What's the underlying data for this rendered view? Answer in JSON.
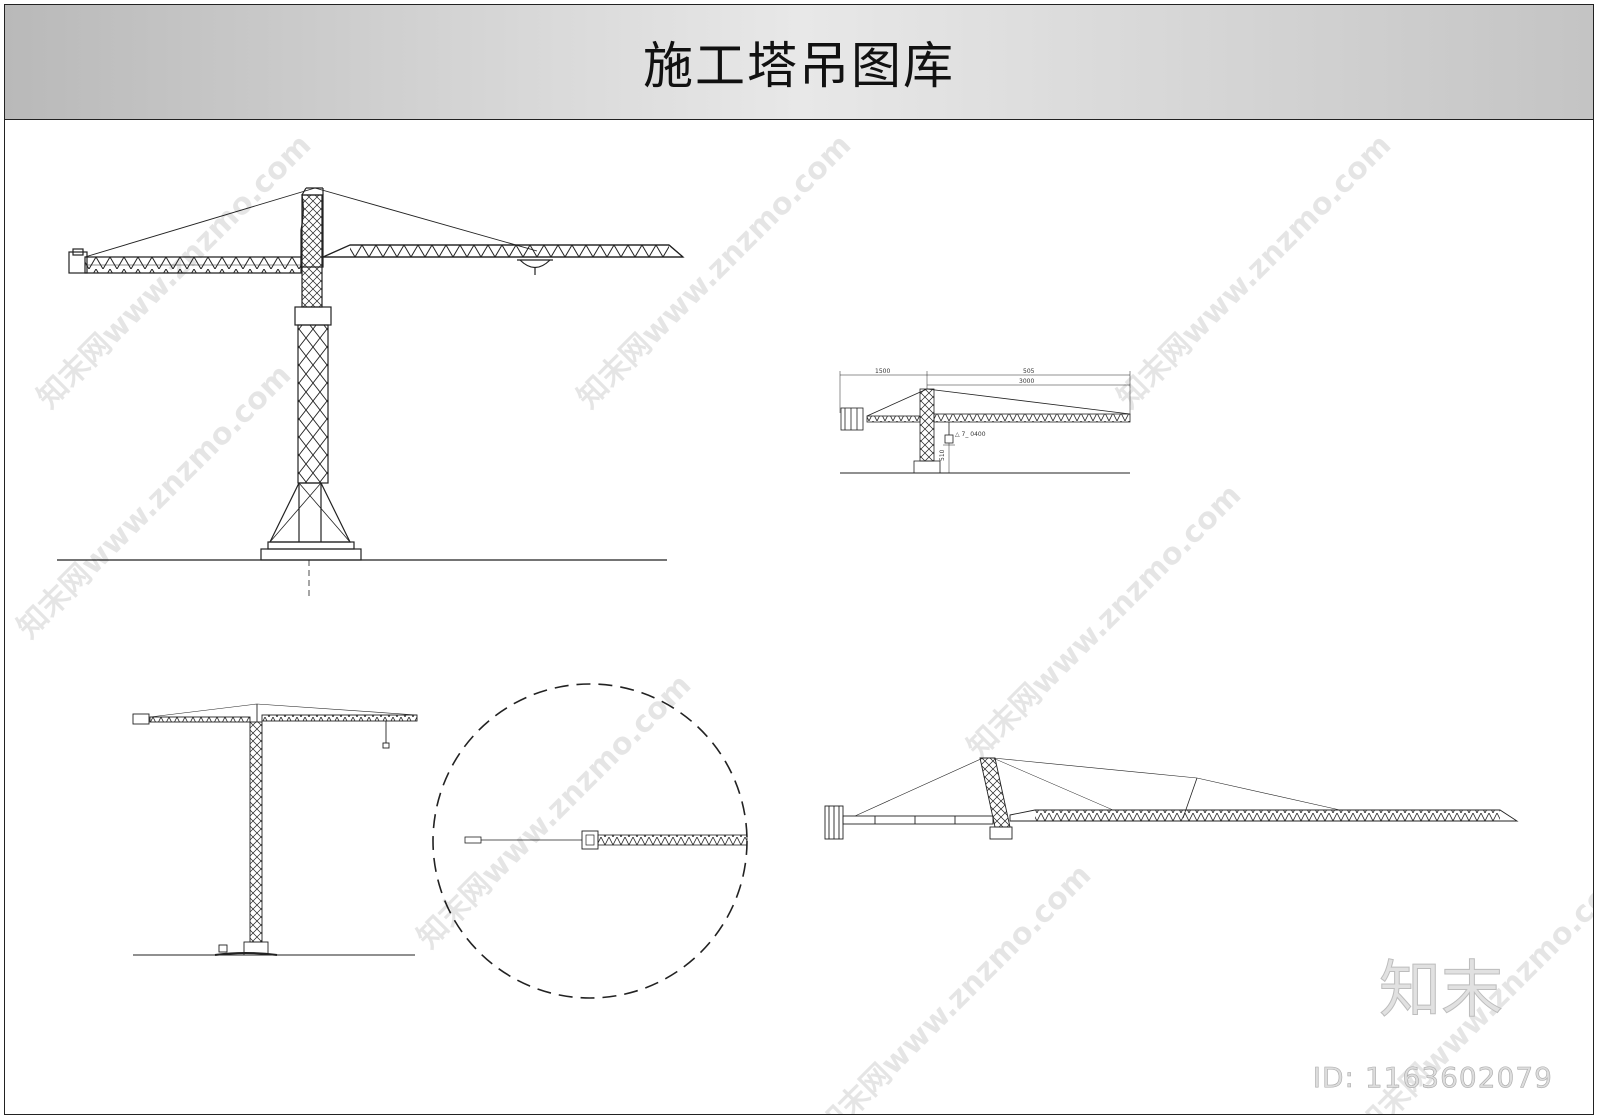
{
  "header": {
    "title": "施工塔吊图库"
  },
  "dimensions": {
    "left_span": "1500",
    "right_span_top": "505",
    "right_span_inner": "3000",
    "height_mark": "510",
    "hook_label": "△ 7_ 0400"
  },
  "watermark": {
    "text": "知末网www.znzmo.com",
    "brand": "知末",
    "id_text": "ID: 1163602079"
  },
  "colors": {
    "line": "#222222",
    "title_bg": "#d6d6d6"
  }
}
